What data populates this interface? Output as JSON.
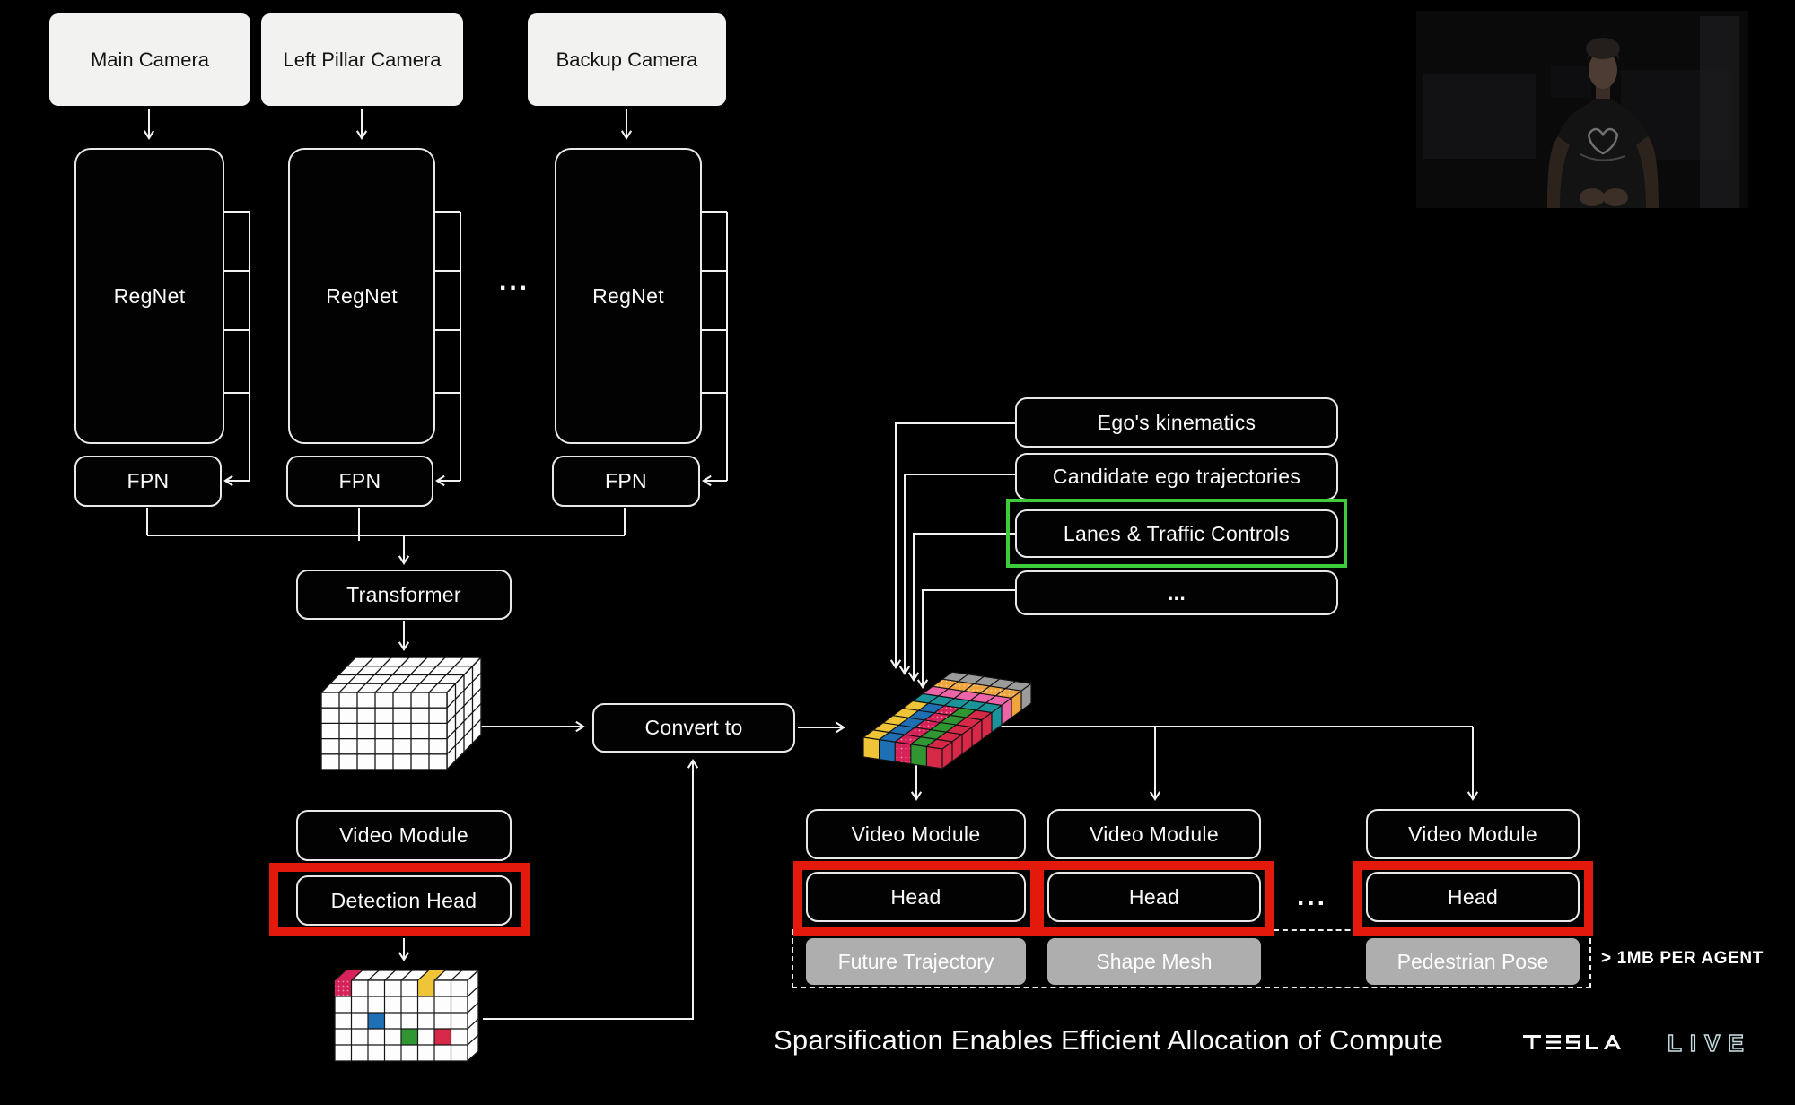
{
  "slide": {
    "caption": "Sparsification Enables Efficient Allocation of Compute",
    "note": "> 1MB PER AGENT",
    "brand_live": "LIVE"
  },
  "pipeline": {
    "cameras": [
      "Main Camera",
      "Left Pillar Camera",
      "Backup Camera"
    ],
    "backbone": "RegNet",
    "fpn": "FPN",
    "ellipsis": "...",
    "transformer": "Transformer",
    "video_module": "Video Module",
    "detection_head": "Detection Head",
    "convert": "Convert to"
  },
  "scene_inputs": [
    "Ego's kinematics",
    "Candidate ego trajectories",
    "Lanes & Traffic Controls",
    "..."
  ],
  "agents": {
    "video_module": "Video Module",
    "head": "Head",
    "outputs": [
      "Future Trajectory",
      "Shape Mesh",
      "Pedestrian Pose"
    ],
    "ellipsis": "..."
  },
  "colors": {
    "highlight_red": "#e3190b",
    "highlight_green": "#3ecb3c",
    "wire": "#f2f2f2",
    "voxel_yellow": "#f0c437",
    "voxel_blue": "#1e6fb4",
    "voxel_crimson": "#d62258",
    "voxel_green": "#2f9632",
    "voxel_red": "#d62847",
    "voxel_teal": "#1a939b",
    "voxel_pink": "#ee64a9",
    "voxel_orange": "#f0a43c",
    "voxel_gray": "#9b9b9b"
  }
}
